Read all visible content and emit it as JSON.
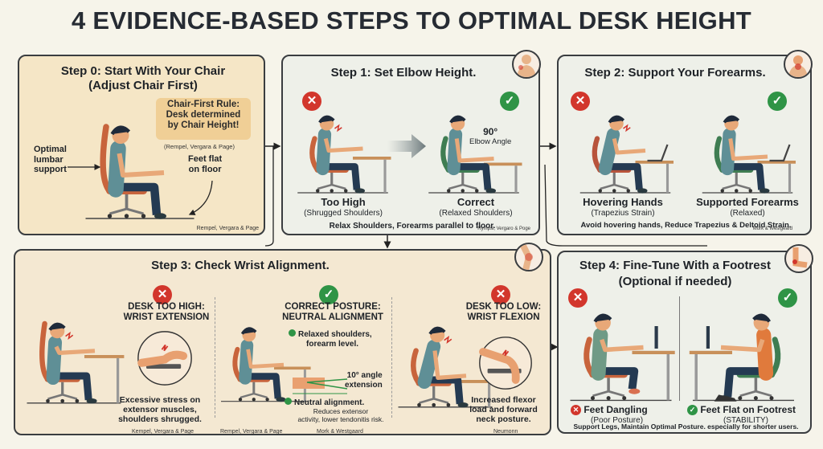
{
  "title": "4 EVIDENCE-BASED STEPS TO OPTIMAL DESK HEIGHT",
  "colors": {
    "bad": "#d2362c",
    "good": "#2f9446",
    "warm_panel": "#f5e6c6",
    "cool_panel": "#eef0e9"
  },
  "step0": {
    "title": "Step 0: Start With Your Chair",
    "subtitle": "(Adjust Chair First)",
    "rule": [
      "Chair-First Rule:",
      "Desk determined",
      "by Chair Height!"
    ],
    "rule_cite": "(Rempel, Vergara & Page)",
    "lumbar": [
      "Optimal",
      "lumbar",
      "support"
    ],
    "feet": [
      "Feet flat",
      "on floor"
    ],
    "cite": "Rempel, Vergara & Page"
  },
  "step1": {
    "title": "Step 1: Set Elbow Height.",
    "bad_label": "Too High",
    "bad_sub": "(Shrugged Shoulders)",
    "good_label": "Correct",
    "good_sub": "(Relaxed Shoulders)",
    "angle": "90°",
    "angle_label": "Elbow Angle",
    "summary": "Relax Shoulders, Forearms parallel to floor.",
    "cite": "Rympsi, Vergaro & Poge",
    "icon": "shoulder-icon"
  },
  "step2": {
    "title": "Step 2: Support Your Forearms.",
    "bad_label": "Hovering Hands",
    "bad_sub": "(Trapezius Strain)",
    "good_label": "Supported Forearms",
    "good_sub": "(Relaxed)",
    "summary": "Avoid hovering hands, Reduce Trapezius & Deltoid Strain.",
    "cite": "Mork & Wesigeard",
    "icon": "neck-icon"
  },
  "step3": {
    "title": "Step 3: Check Wrist Alignment.",
    "icon": "knee-icon",
    "high": {
      "heading": [
        "DESK TOO HIGH:",
        "WRIST EXTENSION"
      ],
      "text": [
        "Excessive stress on",
        "extensor muscles,",
        "shoulders shrugged."
      ],
      "cite": "Kempel, Vergara & Page"
    },
    "correct": {
      "heading": [
        "CORRECT POSTURE:",
        "NEUTRAL ALIGNMENT"
      ],
      "bullet1": [
        "Relaxed shoulders,",
        "forearm level."
      ],
      "angle": [
        "10° angle",
        "extension"
      ],
      "bullet2": "Neutral alignment.",
      "text": [
        "Reduces extensor",
        "activity, lower tendonitis risk."
      ],
      "cite1": "Rempel, Vergara & Page",
      "cite2": "Mork & Westgaard"
    },
    "low": {
      "heading": [
        "DESK TOO LOW:",
        "WRIST FLEXION"
      ],
      "text": [
        "Increased flexor",
        "load and forward",
        "neck posture."
      ],
      "cite": "Neumonn"
    }
  },
  "step4": {
    "title": "Step 4: Fine-Tune With a Footrest",
    "subtitle": "(Optional if needed)",
    "icon": "foot-icon",
    "bad_label": "Feet Dangling",
    "bad_sub": "(Poor Posture)",
    "good_label": "Feet Flat on Footrest",
    "good_sub": "(STABILITY)",
    "summary": "Support Legs, Maintain Optimal Posture. especially for shorter users."
  }
}
